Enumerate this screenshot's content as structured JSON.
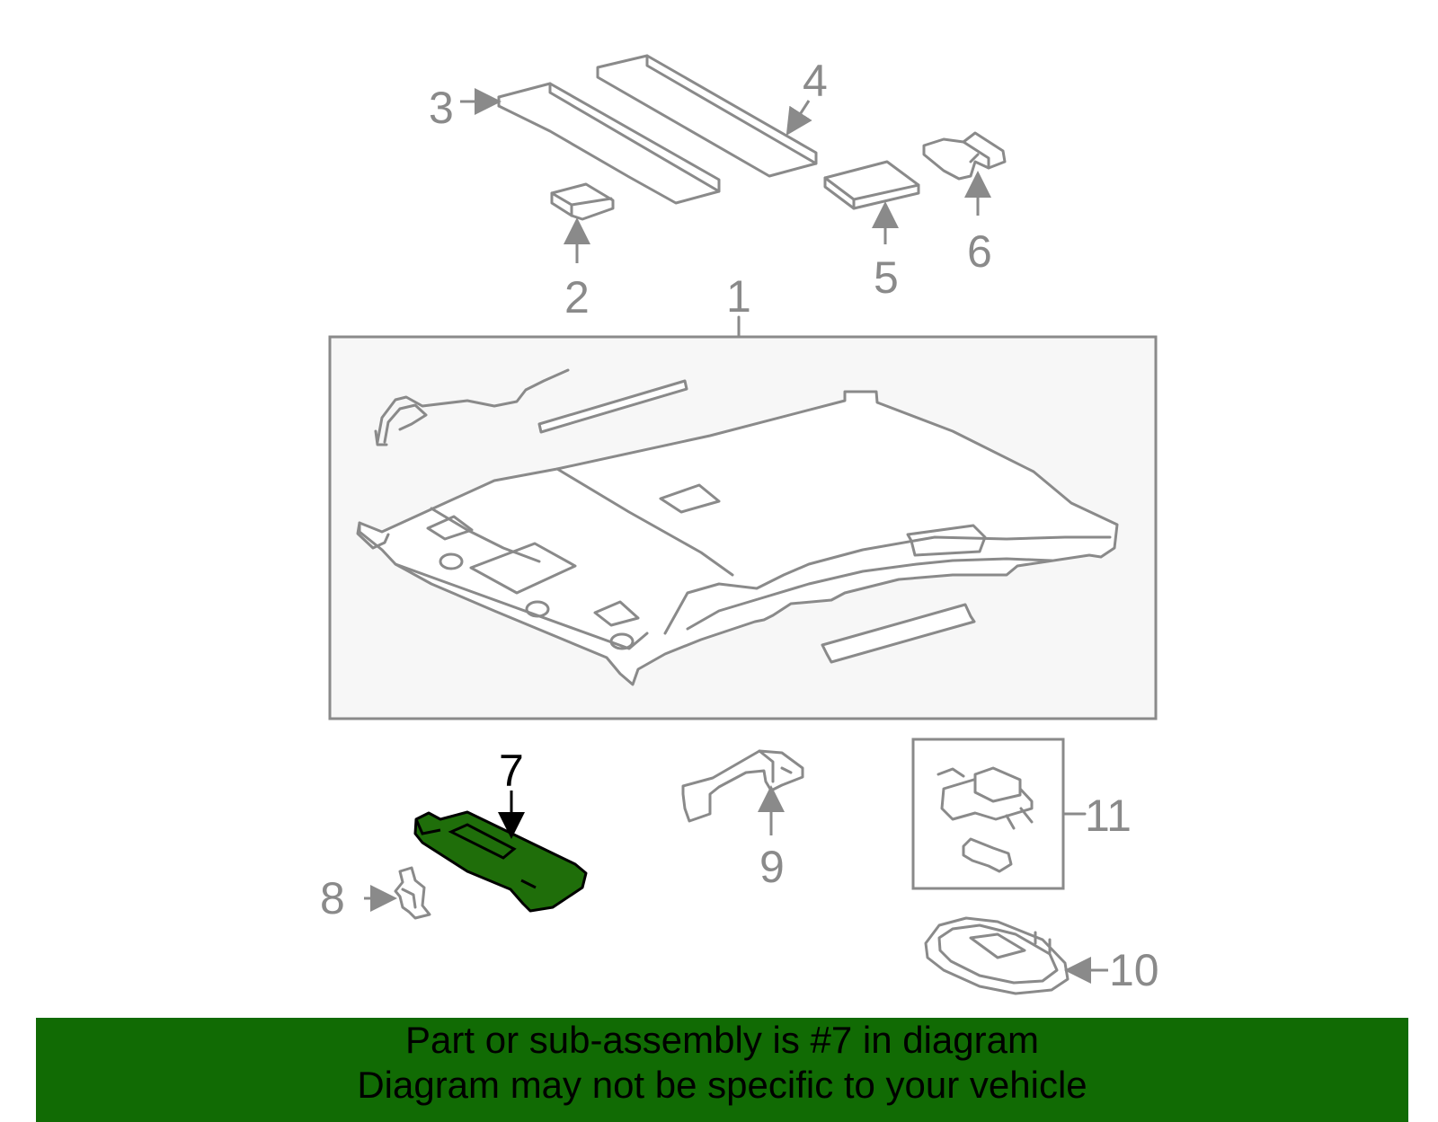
{
  "callouts": {
    "c1": "1",
    "c2": "2",
    "c3": "3",
    "c4": "4",
    "c5": "5",
    "c6": "6",
    "c7": "7",
    "c8": "8",
    "c9": "9",
    "c10": "10",
    "c11": "11"
  },
  "highlighted_part": "7",
  "colors": {
    "highlight": "#1f6e0a",
    "banner": "#116b04",
    "lines": "#8a8a8a"
  },
  "banner": {
    "line1": "Part or sub-assembly is #7 in diagram",
    "line2": "Diagram may not be specific to your vehicle"
  }
}
